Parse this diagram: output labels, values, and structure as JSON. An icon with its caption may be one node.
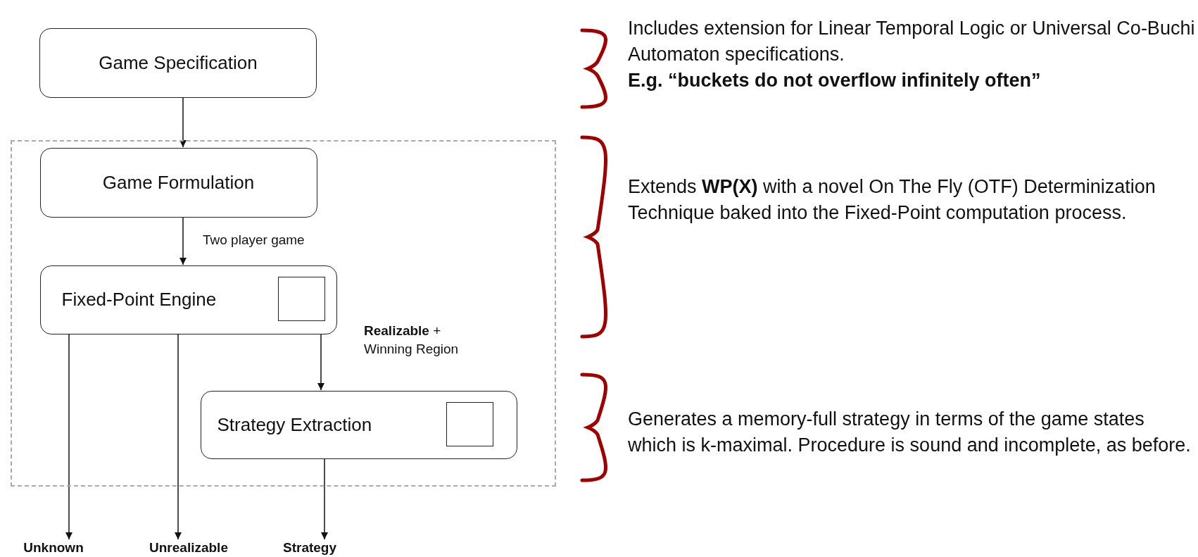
{
  "diagram": {
    "nodes": [
      {
        "text": [
          "Game Specification"
        ]
      },
      {
        "text": [],
        "shape": "box"
      },
      {
        "text": [
          "Game Formulation"
        ],
        "in": 1
      },
      {
        "text": [
          "Fixed-Point Engine"
        ],
        "in": 1
      },
      {
        "text": [],
        "shape": "box",
        "in": 3
      },
      {
        "text": [
          "Strategy Extraction"
        ],
        "in": 1
      },
      {
        "text": [],
        "shape": "box",
        "in": 5
      },
      {
        "text": [
          "Unknown"
        ]
      },
      {
        "text": [
          "Unrealizable"
        ]
      },
      {
        "text": [
          "Strategy"
        ]
      }
    ],
    "edges": [
      {
        "from": 0,
        "to": 2,
        "arrow": "to"
      },
      {
        "from": 2,
        "to": 3,
        "arrow": "to",
        "label": "Two player game"
      },
      {
        "from": 3,
        "to": 5,
        "arrow": "to",
        "label": "**Realizable** + Winning Region"
      },
      {
        "from": 3,
        "to": 7,
        "arrow": "to"
      },
      {
        "from": 3,
        "to": 8,
        "arrow": "to"
      },
      {
        "from": 5,
        "to": 9,
        "arrow": "to"
      }
    ],
    "labels": [
      "Includes extension for Linear Temporal Logic or Universal Co-Buchi Automaton specifications.",
      "E.g. “buckets do not overflow infinitely often”",
      "Extends **WP(X)** with a novel On The Fly (OTF) Determinization Technique baked into the Fixed-Point computation process.",
      "Generates a memory-full strategy in terms of the game states which is k-maximal. Procedure is sound and incomplete, as before."
    ]
  }
}
